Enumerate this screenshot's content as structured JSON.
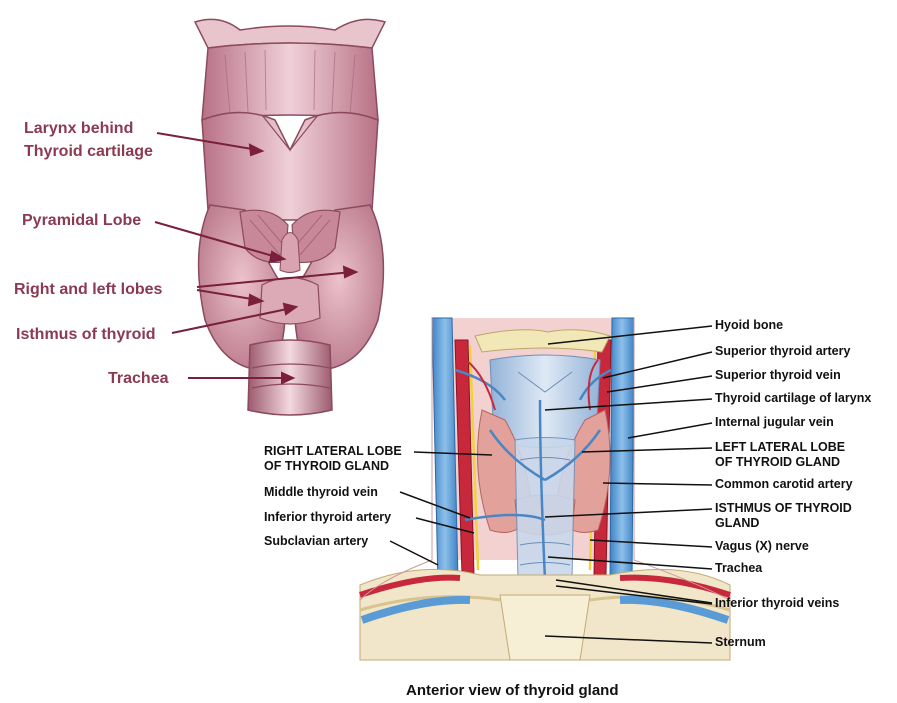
{
  "upper_figure": {
    "labels": [
      {
        "id": "larynx",
        "line1": "Larynx behind",
        "line2": "Thyroid cartilage"
      },
      {
        "id": "pyramidal",
        "line1": "Pyramidal Lobe"
      },
      {
        "id": "lobes",
        "line1": "Right and left lobes"
      },
      {
        "id": "isthmus",
        "line1": "Isthmus of thyroid"
      },
      {
        "id": "trachea",
        "line1": "Trachea"
      }
    ],
    "label_color": "#8b3a52"
  },
  "lower_figure": {
    "labels_right": [
      {
        "id": "hyoid",
        "line1": "Hyoid bone"
      },
      {
        "id": "sup-thyroid-artery",
        "line1": "Superior thyroid artery"
      },
      {
        "id": "sup-thyroid-vein",
        "line1": "Superior thyroid vein"
      },
      {
        "id": "thyroid-cartilage",
        "line1": "Thyroid cartilage of larynx"
      },
      {
        "id": "internal-jugular",
        "line1": "Internal jugular vein"
      },
      {
        "id": "left-lobe",
        "line1": "LEFT LATERAL LOBE",
        "line2": "OF THYROID GLAND"
      },
      {
        "id": "common-carotid",
        "line1": "Common carotid artery"
      },
      {
        "id": "isthmus",
        "line1": "ISTHMUS OF THYROID",
        "line2": "GLAND"
      },
      {
        "id": "vagus",
        "line1": "Vagus (X) nerve"
      },
      {
        "id": "trachea",
        "line1": "Trachea"
      },
      {
        "id": "inf-thyroid-veins",
        "line1": "Inferior thyroid veins"
      },
      {
        "id": "sternum",
        "line1": "Sternum"
      }
    ],
    "labels_left": [
      {
        "id": "right-lobe",
        "line1": "RIGHT LATERAL LOBE",
        "line2": "OF THYROID GLAND"
      },
      {
        "id": "middle-thyroid-vein",
        "line1": "Middle thyroid vein"
      },
      {
        "id": "inf-thyroid-artery",
        "line1": "Inferior thyroid artery"
      },
      {
        "id": "subclavian",
        "line1": "Subclavian artery"
      }
    ],
    "caption": "Anterior view of thyroid gland"
  },
  "colors": {
    "tissue": "#d9a3b2",
    "tissue_dark": "#9c5a6e",
    "thyroid": "#e3a19c",
    "vein": "#5b9bd5",
    "artery": "#c8283c",
    "cartilage": "#c8d8ec",
    "bone": "#f2e7b6",
    "nerve": "#f0d23a"
  }
}
